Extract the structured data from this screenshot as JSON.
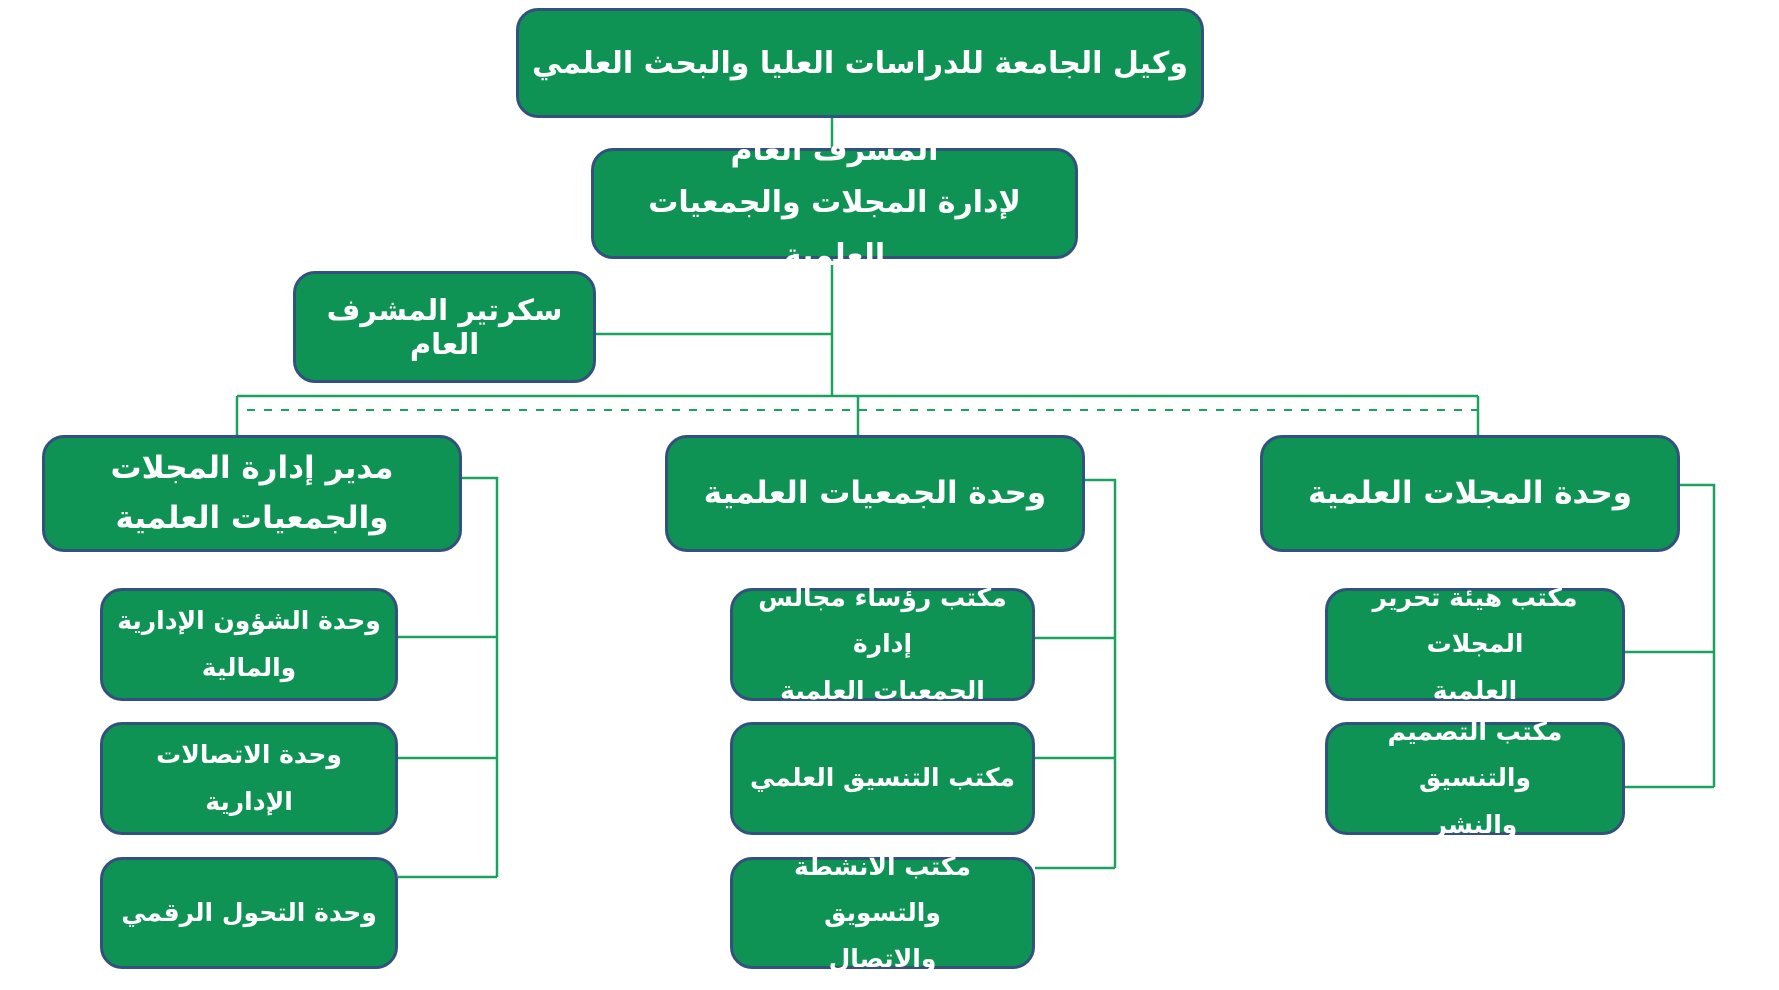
{
  "colors": {
    "background": "#ffffff",
    "box_fill": "#0e9355",
    "box_border": "#32517d",
    "line": "#1ca15f",
    "text": "#ffffff"
  },
  "org": {
    "root": {
      "label": "وكيل الجامعة للدراسات العليا والبحث العلمي"
    },
    "supervisor": {
      "label": "المشرف العام\nلإدارة المجلات والجمعيات العلمية"
    },
    "secretary": {
      "label": "سكرتير المشرف العام"
    },
    "branches": [
      {
        "label": "مدير إدارة المجلات\nوالجمعيات العلمية",
        "children": [
          "وحدة الشؤون الإدارية\nوالمالية",
          "وحدة الاتصالات الإدارية",
          "وحدة التحول الرقمي"
        ]
      },
      {
        "label": "وحدة الجمعيات العلمية",
        "children": [
          "مكتب رؤساء مجالس إدارة\nالجمعيات العلمية",
          "مكتب التنسيق العلمي",
          "مكتب الأنشطة والتسويق\nوالاتصال"
        ]
      },
      {
        "label": "وحدة المجلات العلمية",
        "children": [
          "مكتب هيئة تحرير المجلات\nالعلمية",
          "مكتب التصميم والتنسيق\nوالنشر"
        ]
      }
    ]
  }
}
